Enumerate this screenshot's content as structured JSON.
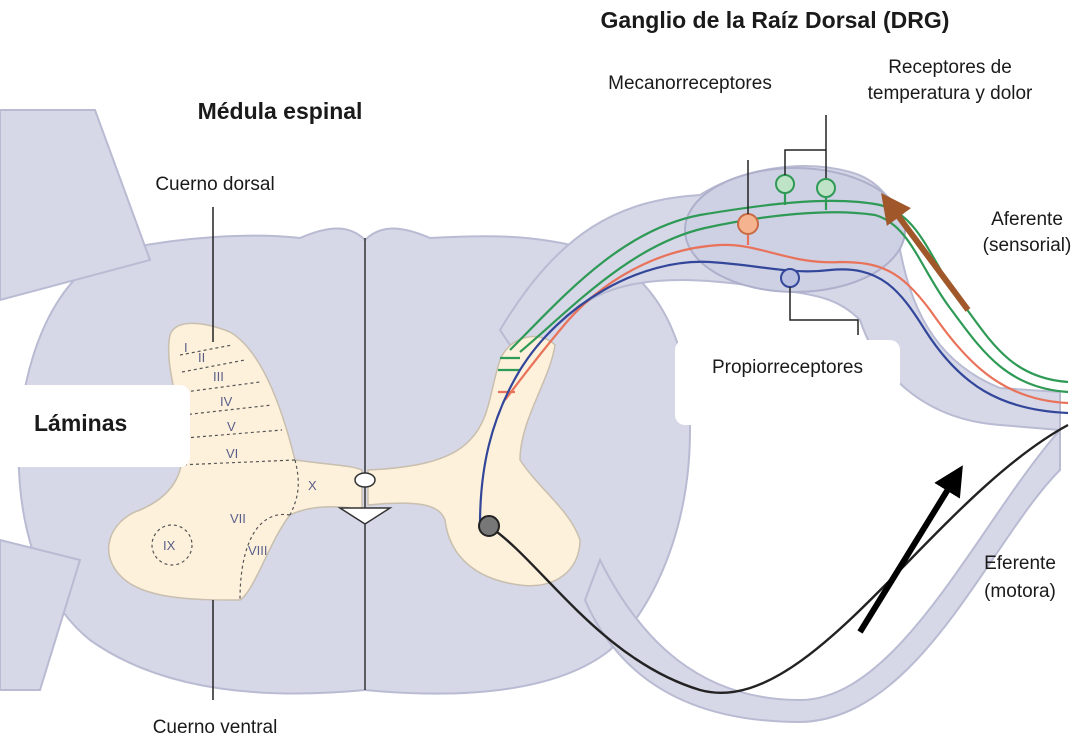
{
  "title": "Ganglio de la Raíz Dorsal (DRG)",
  "spinal_cord": {
    "title": "Médula espinal",
    "dorsal_horn": "Cuerno dorsal",
    "ventral_horn": "Cuerno ventral",
    "laminae_label": "Láminas",
    "laminae": [
      "I",
      "II",
      "III",
      "IV",
      "V",
      "VI",
      "VII",
      "VIII",
      "IX",
      "X"
    ]
  },
  "drg": {
    "mechanoreceptors": "Mecanorreceptores",
    "temperature_pain_line1": "Receptores de",
    "temperature_pain_line2": "temperatura y dolor",
    "proprioceptors": "Propiorreceptores"
  },
  "afferent": {
    "line1": "Aferente",
    "line2": "(sensorial)"
  },
  "efferent": {
    "line1": "Eferente",
    "line2": "(motora)"
  },
  "colors": {
    "tissue": "#d6d7e7",
    "tissue_edge": "#b9bbd3",
    "grey_matter": "#fdf1dc",
    "mechanoreceptor_fiber": "#e8735a",
    "temperature_pain_fiber": "#2e9a55",
    "proprioceptor_fiber": "#33479a",
    "motor_fiber": "#222222",
    "afferent_arrow": "#a0582a",
    "efferent_arrow": "#000000"
  }
}
